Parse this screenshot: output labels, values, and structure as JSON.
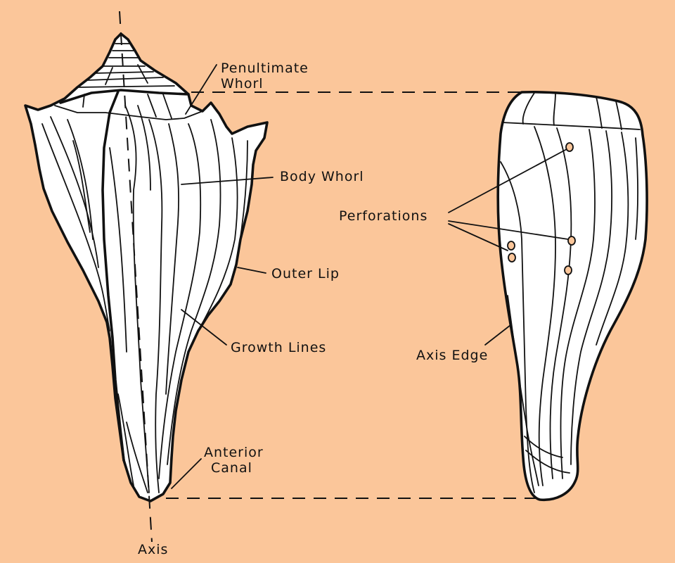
{
  "labels": {
    "penultimate_whorl": [
      "Penultimate",
      "Whorl"
    ],
    "body_whorl": "Body Whorl",
    "outer_lip": "Outer Lip",
    "growth_lines": "Growth Lines",
    "anterior_canal": [
      "Anterior",
      "Canal"
    ],
    "axis": "Axis",
    "perforations": "Perforations",
    "axis_edge": "Axis Edge"
  },
  "colors": {
    "background": "#FBC69A",
    "ink": "#111111",
    "shell_fill": "#FFFFFF"
  }
}
